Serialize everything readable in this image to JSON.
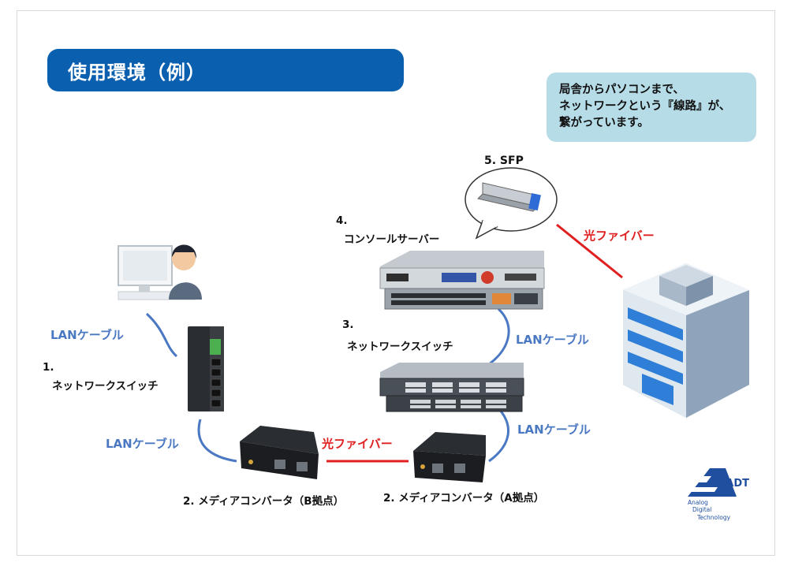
{
  "title": "使用環境（例）",
  "callout": {
    "line1": "局舎からパソコンまで、",
    "line2": "ネットワークという『線路』が、",
    "line3": "繋がっています。"
  },
  "labels": {
    "sfp": "5. SFP",
    "console_num": "4.",
    "console_name": "コンソールサーバー",
    "switch3_num": "3.",
    "switch3_name": "ネットワークスイッチ",
    "switch1_num": "1.",
    "switch1_name": "ネットワークスイッチ",
    "converter_b": "2. メディアコンバータ（B拠点）",
    "converter_a": "2. メディアコンバータ（A拠点）"
  },
  "links": {
    "fiber_top": "光ファイバー",
    "fiber_mid": "光ファイバー",
    "lan_pc": "LANケーブル",
    "lan_switch1": "LANケーブル",
    "lan_console": "LANケーブル",
    "lan_switch3": "LANケーブル"
  },
  "logo": {
    "mark": "ADT",
    "line1": "Analog",
    "line2": "Digital",
    "line3": "Technology"
  },
  "colors": {
    "title_bg": "#0a5fae",
    "callout_bg": "#b6dce8",
    "lan": "#4a78c2",
    "fiber": "#e02020"
  }
}
